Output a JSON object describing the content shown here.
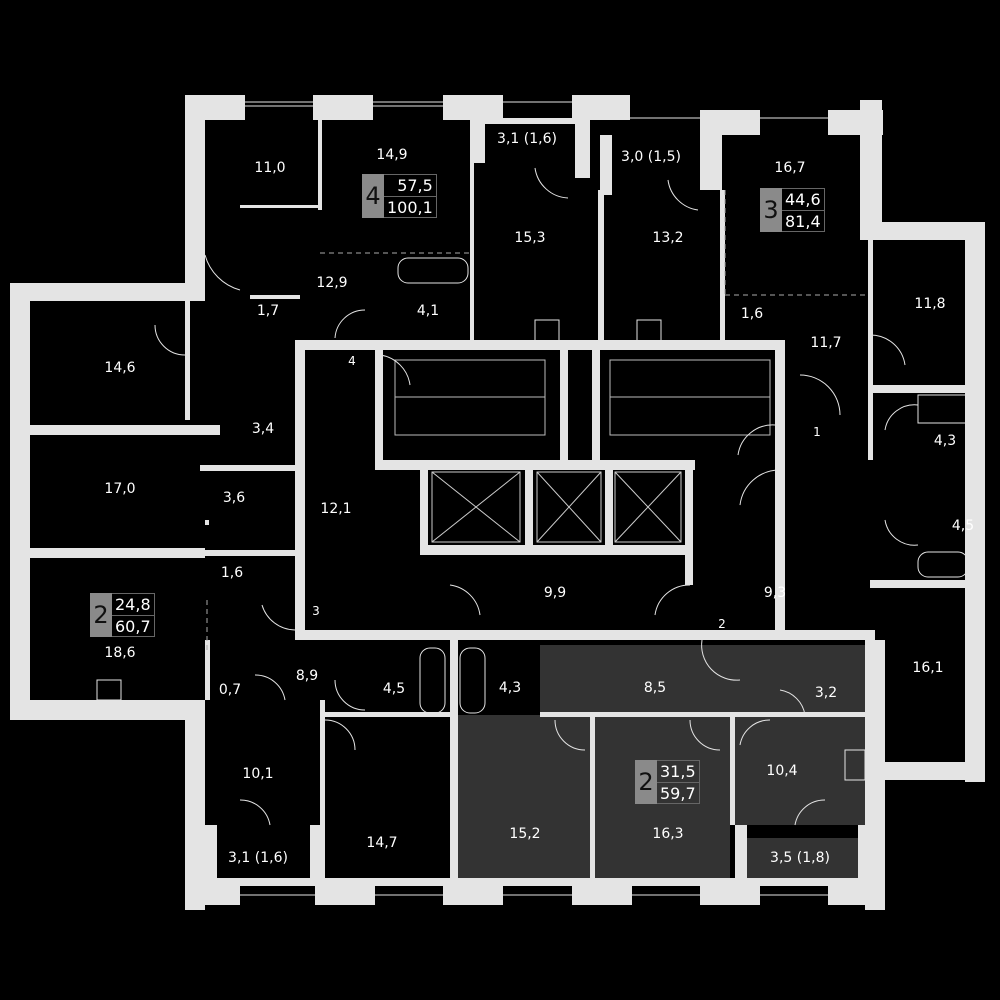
{
  "colors": {
    "wall": "#e4e4e4",
    "background": "#000000",
    "highlight": "#333333",
    "badge": "#8a8a8a"
  },
  "apartments": [
    {
      "rooms": "4",
      "living": "57,5",
      "total": "100,1"
    },
    {
      "rooms": "3",
      "living": "44,6",
      "total": "81,4"
    },
    {
      "rooms": "2",
      "living": "24,8",
      "total": "60,7"
    },
    {
      "rooms": "2",
      "living": "31,5",
      "total": "59,7",
      "highlighted": true
    }
  ],
  "rooms": [
    "11,0",
    "14,9",
    "3,1 (1,6)",
    "3,0 (1,5)",
    "16,7",
    "15,3",
    "13,2",
    "12,9",
    "4,1",
    "1,7",
    "1,6",
    "11,7",
    "11,8",
    "14,6",
    "3,4",
    "4,3",
    "17,0",
    "3,6",
    "12,1",
    "4,5",
    "1,6",
    "9,9",
    "9,3",
    "18,6",
    "8,9",
    "0,7",
    "4,5",
    "4,3",
    "8,5",
    "3,2",
    "16,1",
    "10,1",
    "10,4",
    "14,7",
    "15,2",
    "16,3",
    "3,1 (1,6)",
    "3,5 (1,8)"
  ],
  "corridor_numbers": [
    "1",
    "2",
    "3",
    "4"
  ]
}
